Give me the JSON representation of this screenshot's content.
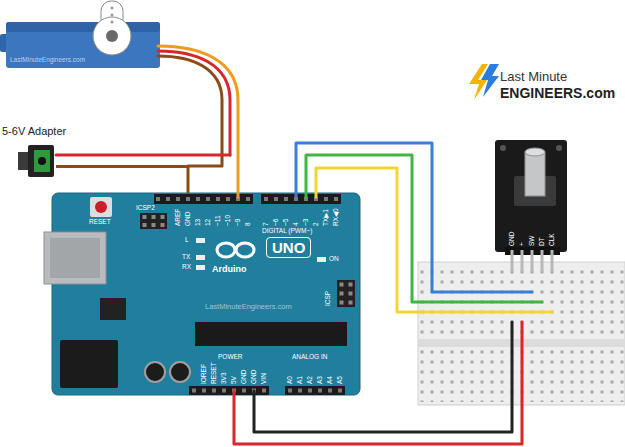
{
  "diagram": {
    "nodes": [
      {
        "text": [
          "5-6V Adapter"
        ]
      },
      {
        "text": [
          "Arduino",
          "UNO"
        ]
      },
      {
        "text": [
          "GND",
          "+",
          "SW",
          "DT",
          "CLK"
        ]
      }
    ],
    "edges": [
      {
        "from": 0,
        "to": 1,
        "arrow": "none"
      }
    ],
    "labels": [
      "Last Minute",
      "ENGINEERS.com",
      "RESET",
      "ICSP2",
      "AREF",
      "GND",
      "13",
      "12",
      "~11",
      "~10",
      "~9",
      "8",
      "7",
      "~6",
      "~5",
      "4",
      "~3",
      "2",
      "TX▶1",
      "RX◀0",
      "DIGITAL (PWM~)",
      "L",
      "TX",
      "RX",
      "ON",
      "ICSP",
      "IOREF",
      "RESET",
      "3V3",
      "5V",
      "GND",
      "GND",
      "VIN",
      "POWER",
      "A0",
      "A1",
      "A2",
      "A3",
      "A4",
      "A5",
      "ANALOG IN",
      "LastMinuteEngineers.com",
      "LastMinuteEngineers.com"
    ]
  }
}
